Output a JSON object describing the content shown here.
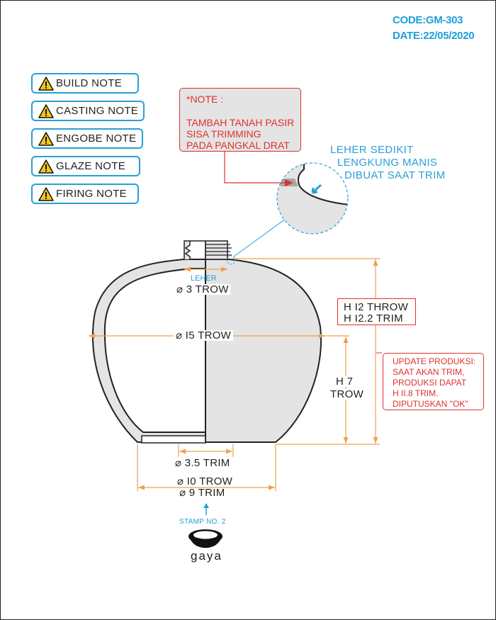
{
  "header": {
    "code": "CODE:GM-303",
    "date": "DATE:22/05/2020"
  },
  "note_buttons": [
    {
      "label": "BUILD NOTE",
      "icon": "warning-icon"
    },
    {
      "label": "CASTING NOTE",
      "icon": "warning-icon"
    },
    {
      "label": "ENGOBE NOTE",
      "icon": "warning-icon"
    },
    {
      "label": "GLAZE NOTE",
      "icon": "warning-icon"
    },
    {
      "label": "FIRING NOTE",
      "icon": "warning-icon"
    }
  ],
  "note_box": {
    "title": "*NOTE :",
    "lines": [
      "TAMBAH TANAH PASIR",
      "SISA TRIMMING",
      "PADA PANGKAL DRAT"
    ]
  },
  "neck_callout": {
    "lines": [
      "LEHER SEDIKIT",
      "LENGKUNG MANIS",
      "DIBUAT SAAT TRIM"
    ]
  },
  "dimensions": {
    "neck_label": "LEHER",
    "neck_dia": "⌀ 3 TROW",
    "body_dia": "⌀ I5 TROW",
    "height_throw": "H I2 THROW",
    "height_trim": "H I2.2 TRIM",
    "mid_height_1": "H 7",
    "mid_height_2": "TROW",
    "foot_inner": "⌀ 3.5 TRIM",
    "foot_outer_throw": "⌀ I0 TROW",
    "foot_outer_trim": "⌀ 9 TRIM"
  },
  "update_box": {
    "lines": [
      "UPDATE PRODUKSI:",
      "SAAT AKAN TRIM,",
      "PRODUKSI DAPAT",
      "H II.8 TRIM.",
      "DIPUTUSKAN \"OK\""
    ]
  },
  "stamp": {
    "label": "STAMP NO. 2",
    "brand": "gaya"
  },
  "colors": {
    "dimension_line": "#f0a050",
    "callout_blue": "#2a9fd6",
    "note_red": "#e0302e",
    "body_fill": "#e4e4e4"
  }
}
